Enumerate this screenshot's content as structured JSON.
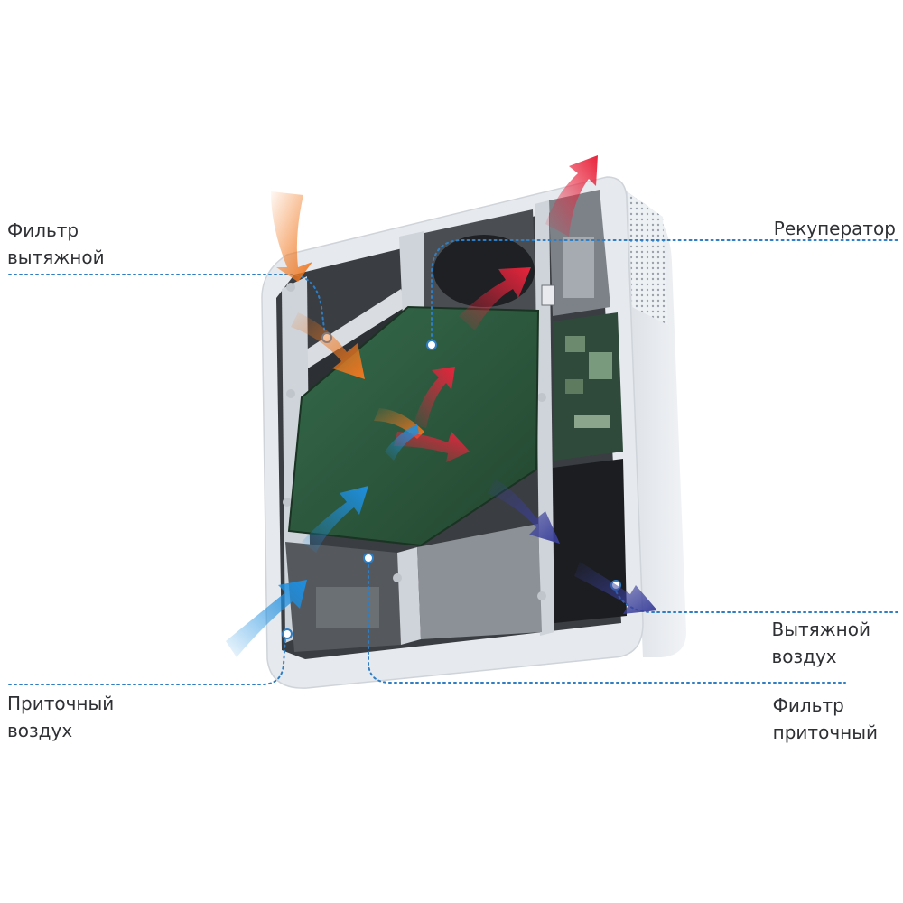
{
  "labels": {
    "filter_exhaust": {
      "line1": "Фильтр",
      "line2": "вытяжной"
    },
    "recuperator": {
      "line1": "Рекуператор"
    },
    "exhaust_air": {
      "line1": "Вытяжной",
      "line2": "воздух"
    },
    "supply_air": {
      "line1": "Приточный",
      "line2": "воздух"
    },
    "filter_supply": {
      "line1": "Фильтр",
      "line2": "приточный"
    }
  },
  "colors": {
    "leader_line": "#2f7ec4",
    "heat_exchanger": "#2f5a42",
    "housing": "#e7eaee",
    "arrow_orange": "#f07820",
    "arrow_red": "#e8243c",
    "arrow_blue": "#1e8fe0",
    "arrow_purple": "#3a3f9a"
  },
  "icons": {
    "device": "ventilation-unit-icon",
    "flow": "airflow-arrow-icon"
  }
}
